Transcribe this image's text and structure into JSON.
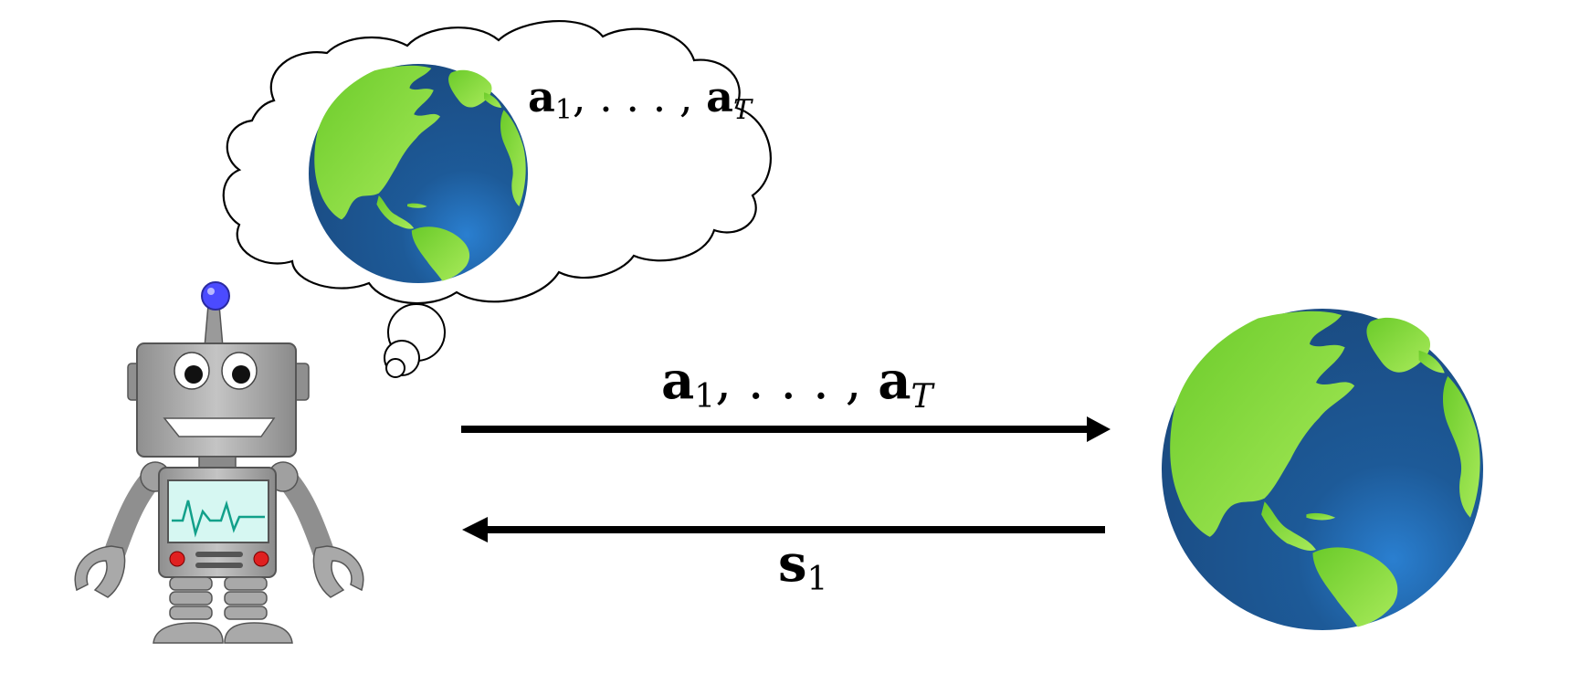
{
  "thought": {
    "action_symbol": "a",
    "first_index": "1",
    "ellipsis": ", . . . , ",
    "last_index": "T"
  },
  "action_arrow": {
    "action_symbol": "a",
    "first_index": "1",
    "ellipsis": ", . . . , ",
    "last_index": "T"
  },
  "state_arrow": {
    "state_symbol": "s",
    "index": "1"
  },
  "colors": {
    "ocean": "#1b4d86",
    "land": "#7fd338",
    "land_light": "#a6ea55",
    "robot_body": "#a9a9a9",
    "robot_dark": "#6e6e6e",
    "antenna_ball": "#4b4bff",
    "screen": "#d6f7f2",
    "screen_trace": "#12a08a",
    "robot_led": "#e02020",
    "arrow": "#000000"
  }
}
